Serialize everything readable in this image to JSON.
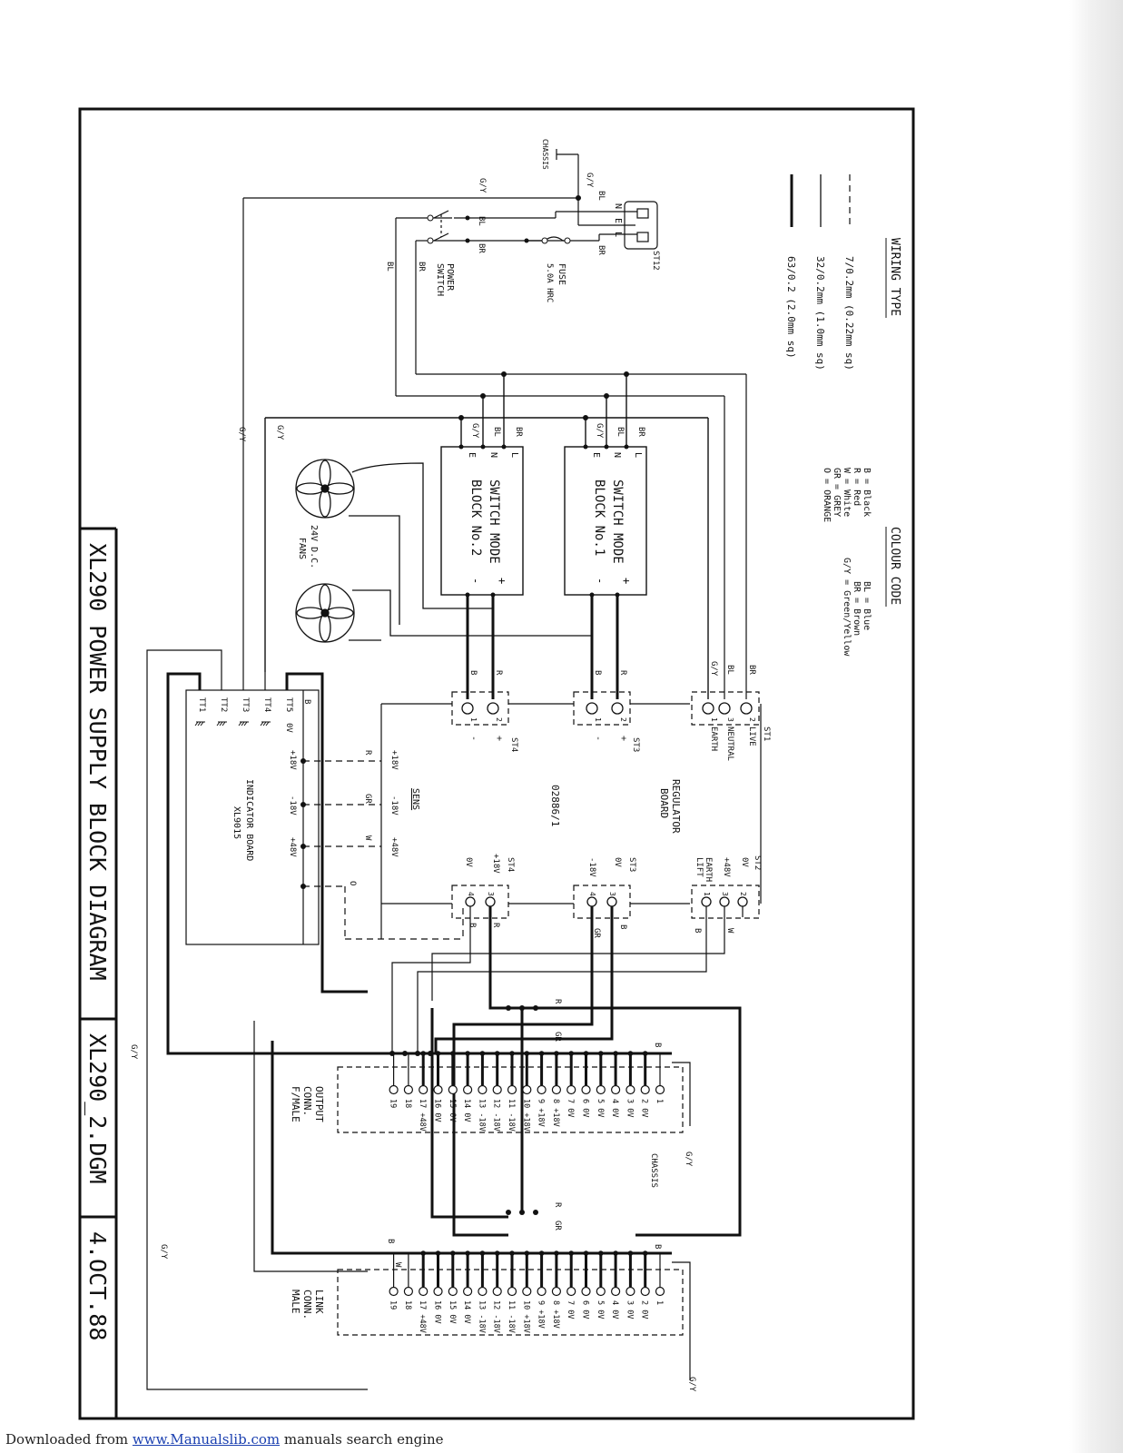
{
  "title_block": {
    "title": "XL290 POWER SUPPLY BLOCK DIAGRAM",
    "drawing_no": "XL290_2.DGM",
    "date": "4.OCT.88"
  },
  "wiring_type": {
    "heading": "WIRING TYPE",
    "entries": [
      "7/0.2mm (0.22mm sq)",
      "32/0.2mm (1.0mm sq)",
      "63/0.2 (2.0mm sq)"
    ]
  },
  "colour_code": {
    "heading": "COLOUR CODE",
    "col1": [
      "B = Black",
      "R = Red",
      "W = White",
      "GR = GREY",
      "O = ORANGE"
    ],
    "col2": [
      "BL = Blue",
      "BR = Brown",
      "G/Y = Green/Yellow"
    ]
  },
  "mains": {
    "chassis": "CHASSIS",
    "st12": "ST12",
    "nel": [
      "N",
      "E",
      "L"
    ],
    "fuse": "FUSE",
    "fuse_rating": "5.0A HRC",
    "power_switch": [
      "POWER",
      "SWITCH"
    ]
  },
  "switch_mode": {
    "block1": [
      "SWITCH MODE",
      "BLOCK No.1"
    ],
    "block2": [
      "SWITCH MODE",
      "BLOCK No.2"
    ],
    "nel_pins": [
      "L",
      "N",
      "E"
    ],
    "out_pins": [
      "+",
      "-"
    ]
  },
  "fans": {
    "label": [
      "24V D.C.",
      "FANS"
    ]
  },
  "regulator": {
    "label": [
      "REGULATOR",
      "BOARD"
    ],
    "part": "02886/1",
    "st1": {
      "name": "ST1",
      "pins": [
        "2",
        "3",
        "1"
      ],
      "labels": [
        "LIVE",
        "NEUTRAL",
        "EARTH"
      ]
    },
    "st3_top": {
      "name": "ST3",
      "pins": [
        "2",
        "1"
      ],
      "signs": [
        "+",
        "-"
      ]
    },
    "st4_top": {
      "name": "ST4",
      "pins": [
        "2",
        "1"
      ],
      "signs": [
        "+",
        "-"
      ]
    },
    "st2": {
      "name": "ST2",
      "pins": [
        "2",
        "3",
        "1"
      ],
      "labels": [
        "0V",
        "+48V",
        "EARTH",
        "LIFT"
      ]
    },
    "st3_bot": {
      "name": "ST3",
      "pins": [
        "3",
        "4"
      ],
      "labels": [
        "0V",
        "-18V"
      ]
    },
    "st4_bot": {
      "name": "ST4",
      "pins": [
        "3",
        "4"
      ],
      "labels": [
        "+18V",
        "0V"
      ]
    },
    "sens": {
      "heading": "SENS",
      "labels": [
        "+18V",
        "-18V",
        "+48V"
      ]
    }
  },
  "indicator": {
    "label": [
      "INDICATOR BOARD",
      "XL9015"
    ],
    "tt": [
      "TT5",
      "TT4",
      "TT3",
      "TT2",
      "TT1"
    ],
    "rails": [
      "0V",
      "+18V",
      "-18V",
      "+48V"
    ]
  },
  "output_conn": {
    "label": [
      "OUTPUT",
      "CONN.",
      "F/MALE"
    ],
    "chassis": "CHASSIS",
    "pins": [
      "1",
      "2 0V",
      "3 0V",
      "4 0V",
      "5 0V",
      "6 0V",
      "7 0V",
      "8 +18V",
      "9 +18V",
      "10 +18V",
      "11 -18V",
      "12 -18V",
      "13 -18V",
      "14 0V",
      "15 0V",
      "16 0V",
      "17 +48V",
      "18",
      "19"
    ]
  },
  "link_conn": {
    "label": [
      "LINK",
      "CONN.",
      "MALE"
    ],
    "pins": [
      "1",
      "2 0V",
      "3 0V",
      "4 0V",
      "5 0V",
      "6 0V",
      "7 0V",
      "8 +18V",
      "9 +18V",
      "10 +18V",
      "11 -18V",
      "12 -18V",
      "13 -18V",
      "14 0V",
      "15 0V",
      "16 0V",
      "17 +48V",
      "18",
      "19"
    ]
  },
  "wire_labels": {
    "gy": "G/Y",
    "bl": "BL",
    "br": "BR",
    "b": "B",
    "r": "R",
    "w": "W",
    "gr": "GR",
    "o": "O"
  },
  "footer": {
    "prefix": "Downloaded from ",
    "link": "www.Manualslib.com",
    "suffix": " manuals search engine"
  }
}
